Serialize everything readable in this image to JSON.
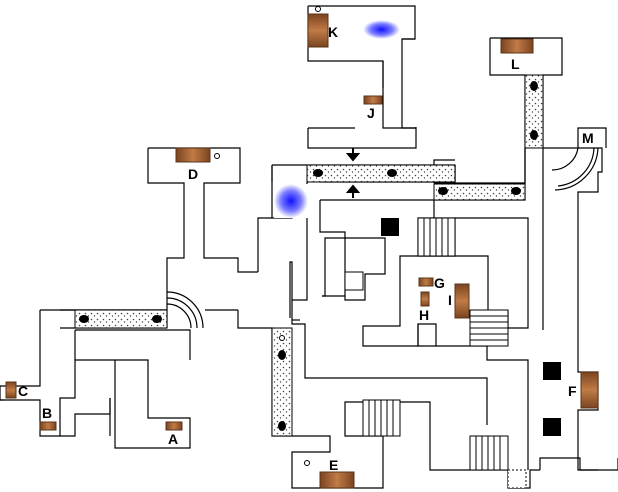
{
  "map": {
    "colors": {
      "wall": "#000000",
      "floor": "#ffffff",
      "corridor_pattern": "#444444",
      "furniture": "#a8673a",
      "furniture_dark": "#5a3418",
      "portal": "#3a3cff",
      "pillar": "#000000"
    },
    "labels": {
      "A": "A",
      "B": "B",
      "C": "C",
      "D": "D",
      "E": "E",
      "F": "F",
      "G": "G",
      "H": "H",
      "I": "I",
      "J": "J",
      "K": "K",
      "L": "L",
      "M": "M"
    },
    "icons": {
      "furniture": "chest-icon",
      "portal": "blue-portal-icon",
      "pillar": "black-pillar-icon",
      "bug": "bug-icon",
      "skull": "skull-icon",
      "arrow_down": "arrow-down-icon",
      "arrow_up": "arrow-up-icon"
    }
  }
}
